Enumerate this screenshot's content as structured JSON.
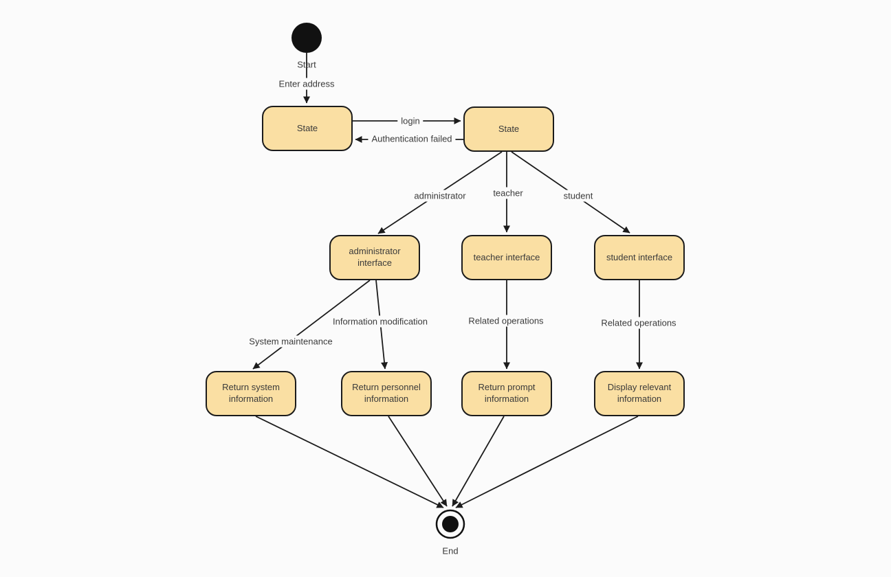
{
  "diagram": {
    "kind": "uml-state-activity-diagram",
    "colors": {
      "background": "#FBFBFB",
      "node_fill": "#FADFA3",
      "node_border": "#1B1B1B",
      "edge": "#1C1C1C",
      "text": "#3A3A3A"
    },
    "start_node": {
      "label": "Start"
    },
    "end_node": {
      "label": "End"
    },
    "nodes": {
      "state_left": {
        "label": "State"
      },
      "state_right": {
        "label": "State"
      },
      "administrator_interface": {
        "label": "administrator interface"
      },
      "teacher_interface": {
        "label": "teacher interface"
      },
      "student_interface": {
        "label": "student interface"
      },
      "return_system": {
        "label": "Return system information"
      },
      "return_personnel": {
        "label": "Return personnel information"
      },
      "return_prompt": {
        "label": "Return prompt information"
      },
      "display_relevant": {
        "label": "Display relevant information"
      }
    },
    "edges": {
      "enter_address": {
        "from": "start",
        "to": "state_left",
        "label": "Enter address"
      },
      "login": {
        "from": "state_left",
        "to": "state_right",
        "label": "login"
      },
      "auth_failed": {
        "from": "state_right",
        "to": "state_left",
        "label": "Authentication failed"
      },
      "to_administrator": {
        "from": "state_right",
        "to": "administrator_interface",
        "label": "administrator"
      },
      "to_teacher": {
        "from": "state_right",
        "to": "teacher_interface",
        "label": "teacher"
      },
      "to_student": {
        "from": "state_right",
        "to": "student_interface",
        "label": "student"
      },
      "system_maintenance": {
        "from": "administrator_interface",
        "to": "return_system",
        "label": "System maintenance"
      },
      "information_modification": {
        "from": "administrator_interface",
        "to": "return_personnel",
        "label": "Information modification"
      },
      "related_operations_teacher": {
        "from": "teacher_interface",
        "to": "return_prompt",
        "label": "Related operations"
      },
      "related_operations_student": {
        "from": "student_interface",
        "to": "display_relevant",
        "label": "Related operations"
      },
      "system_to_end": {
        "from": "return_system",
        "to": "end",
        "label": ""
      },
      "personnel_to_end": {
        "from": "return_personnel",
        "to": "end",
        "label": ""
      },
      "prompt_to_end": {
        "from": "return_prompt",
        "to": "end",
        "label": ""
      },
      "display_to_end": {
        "from": "display_relevant",
        "to": "end",
        "label": ""
      }
    }
  }
}
